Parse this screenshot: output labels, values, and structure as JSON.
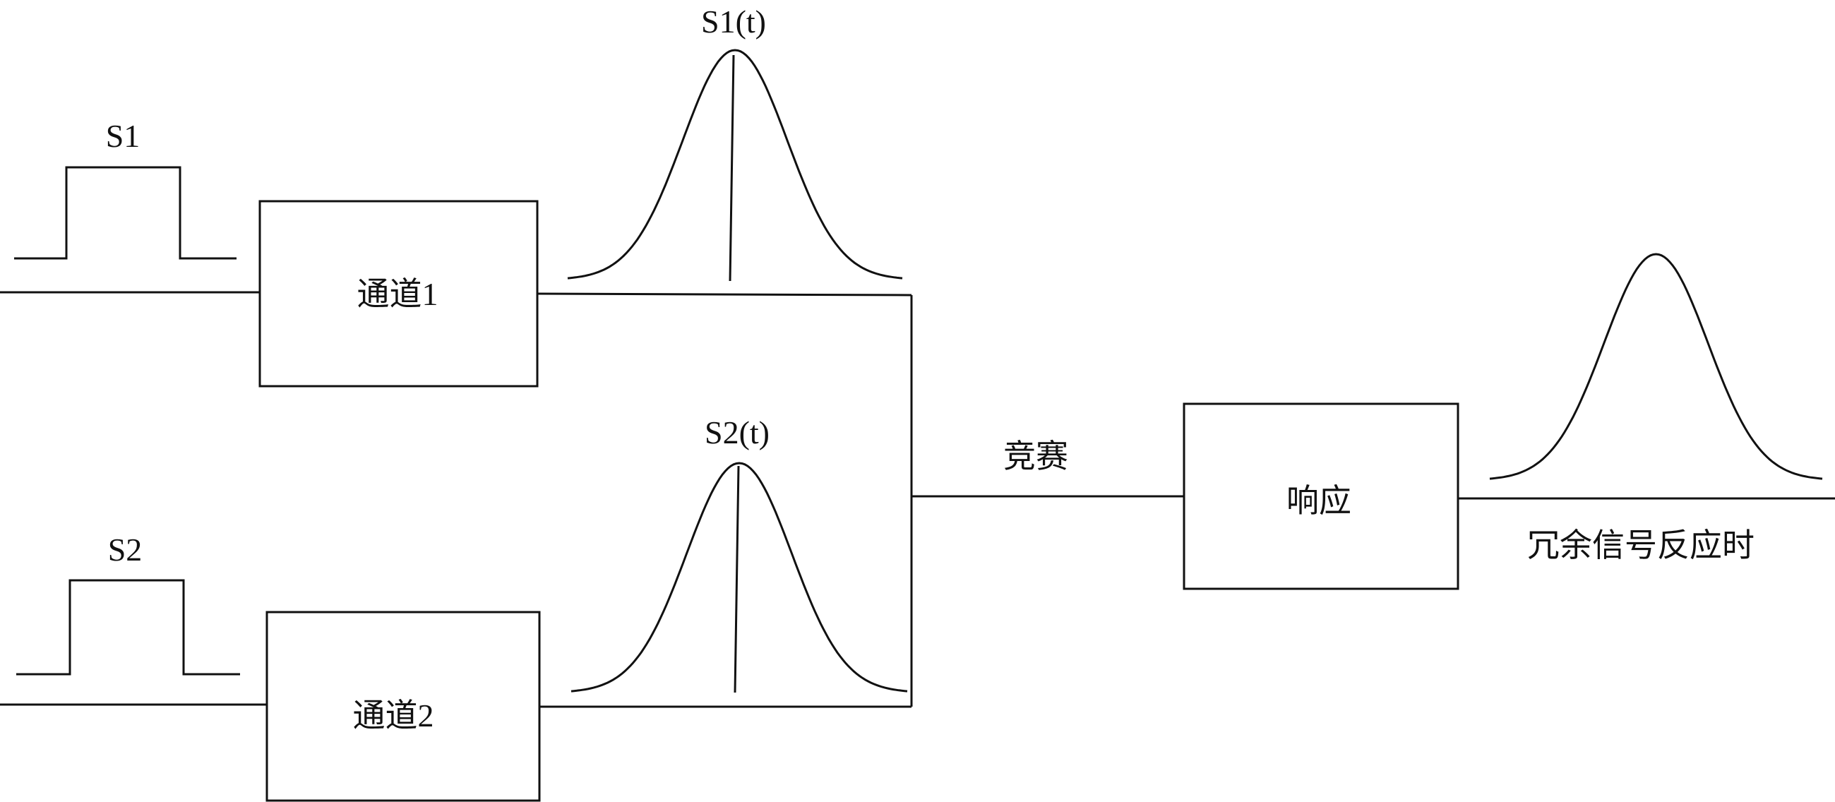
{
  "inputs": [
    {
      "label": "S1"
    },
    {
      "label": "S2"
    }
  ],
  "channels": [
    {
      "label": "通道1",
      "output_label": "S1(t)"
    },
    {
      "label": "通道2",
      "output_label": "S2(t)"
    }
  ],
  "race_label": "竞赛",
  "response_label": "响应",
  "output_label": "冗余信号反应时"
}
